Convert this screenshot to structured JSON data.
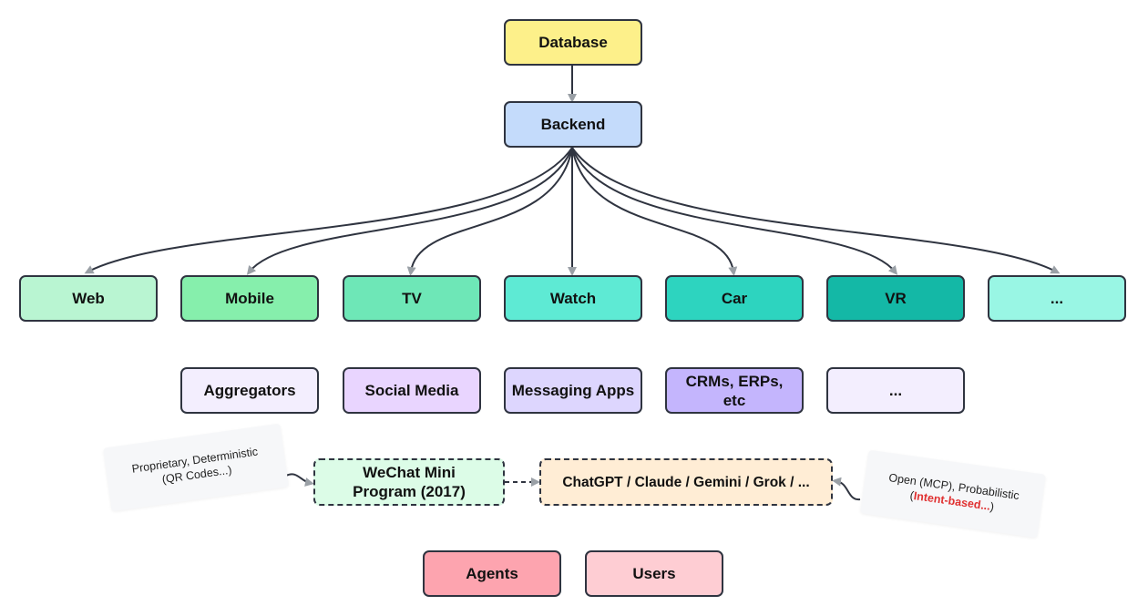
{
  "nodes": {
    "database": "Database",
    "backend": "Backend",
    "channels": [
      "Web",
      "Mobile",
      "TV",
      "Watch",
      "Car",
      "VR",
      "..."
    ],
    "platforms": [
      "Aggregators",
      "Social Media",
      "Messaging Apps",
      "CRMs, ERPs, etc",
      "..."
    ],
    "wechat": "WeChat Mini Program (2017)",
    "llms": "ChatGPT / Claude / Gemini / Grok / ...",
    "agents": "Agents",
    "users": "Users"
  },
  "notes": {
    "left_line1": "Proprietary, Deterministic",
    "left_line2": "(QR Codes...)",
    "right_line1": "Open (MCP), Probabilistic",
    "right_open": "(",
    "right_highlight": "Intent-based...",
    "right_close": ")"
  },
  "colors": {
    "database": "#fdf08a",
    "backend": "#c4dbfb",
    "channels": [
      "#b9f5d2",
      "#86efac",
      "#6ee7b7",
      "#5eead4",
      "#2dd4bf",
      "#14b8a6",
      "#99f6e4"
    ],
    "platforms": [
      "#f3eefe",
      "#e9d5ff",
      "#ddd6fe",
      "#c4b5fd",
      "#f3eefe"
    ],
    "wechat": "#dcfce7",
    "llms": "#ffedd5",
    "agents": "#fda4af",
    "users": "#fecdd3",
    "highlight": "#e03131"
  }
}
